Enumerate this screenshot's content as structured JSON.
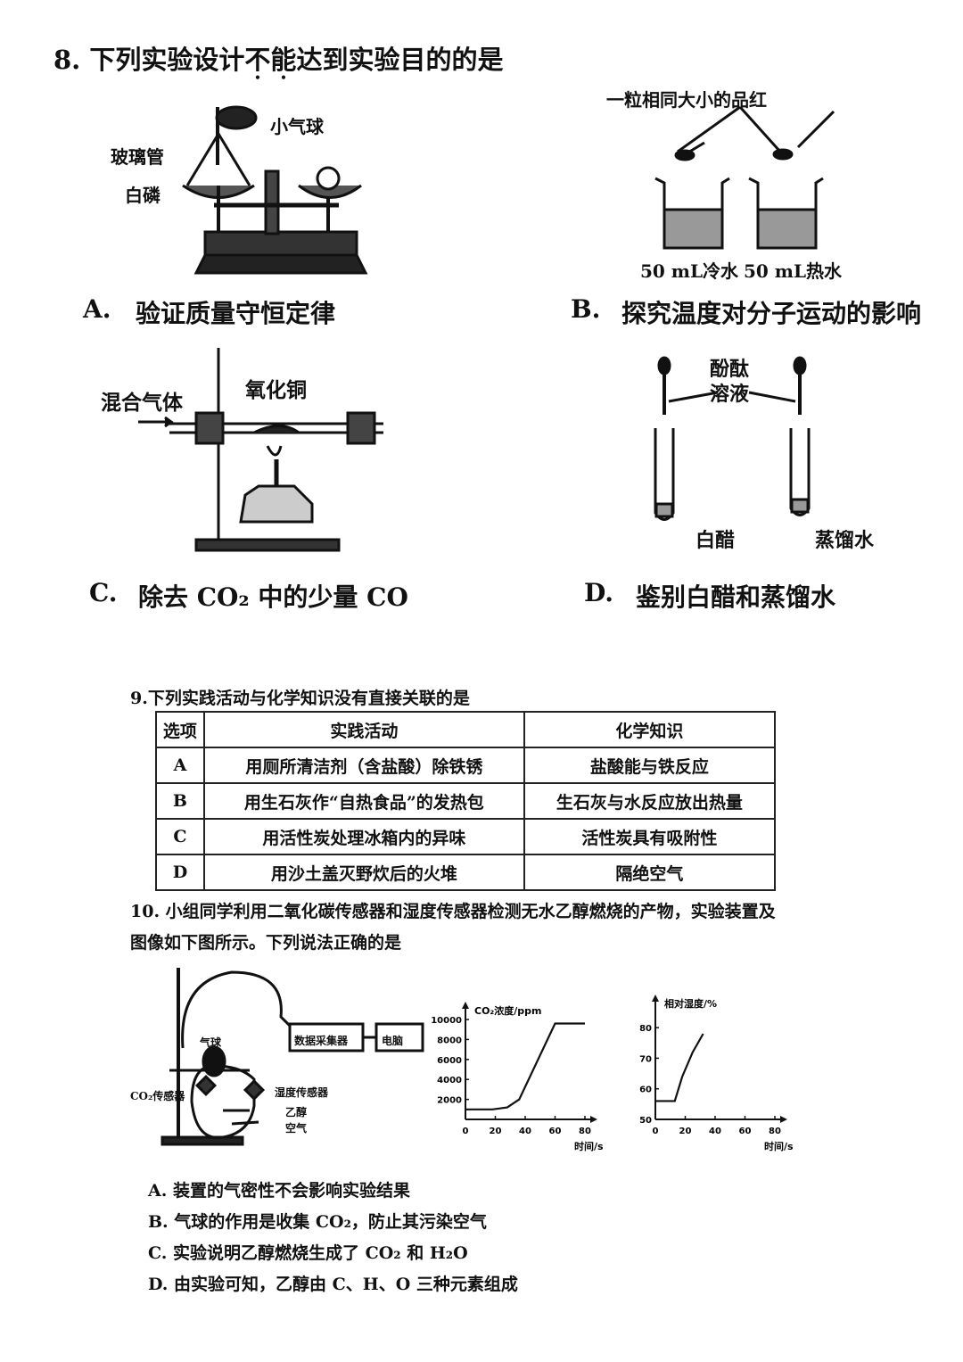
{
  "q8": {
    "stem_num": "8.",
    "stem_pre": "下列实验设计",
    "stem_not": [
      "不",
      "能"
    ],
    "stem_post": "达到实验目的的是",
    "a": {
      "letter": "A.",
      "text": "验证质量守恒定律",
      "labels": {
        "balloon": "小气球",
        "tube": "玻璃管",
        "phosphorus": "白磷"
      }
    },
    "b": {
      "letter": "B.",
      "text": "探究温度对分子运动的影响",
      "labels": {
        "top": "一粒相同大小的品红",
        "cold": "50 mL冷水",
        "hot": "50 mL热水"
      }
    },
    "c": {
      "letter": "C.",
      "text": "除去 CO₂ 中的少量 CO",
      "labels": {
        "gas": "混合气体",
        "cuo": "氧化铜"
      }
    },
    "d": {
      "letter": "D.",
      "text": "鉴别白醋和蒸馏水",
      "labels": {
        "phenol1": "酚酞",
        "phenol2": "溶液",
        "vinegar": "白醋",
        "water": "蒸馏水"
      }
    }
  },
  "q9": {
    "stem": "9.下列实践活动与化学知识没有直接关联的是",
    "headers": [
      "选项",
      "实践活动",
      "化学知识"
    ],
    "rows": [
      [
        "A",
        "用厕所清洁剂（含盐酸）除铁锈",
        "盐酸能与铁反应"
      ],
      [
        "B",
        "用生石灰作“自热食品”的发热包",
        "生石灰与水反应放出热量"
      ],
      [
        "C",
        "用活性炭处理冰箱内的异味",
        "活性炭具有吸附性"
      ],
      [
        "D",
        "用沙土盖灭野炊后的火堆",
        "隔绝空气"
      ]
    ]
  },
  "q10": {
    "stem_line1": "10. 小组同学利用二氧化碳传感器和湿度传感器检测无水乙醇燃烧的产物，实验装置及",
    "stem_line2": "图像如下图所示。下列说法正确的是",
    "apparatus": {
      "balloon": "气球",
      "collector": "数据采集器",
      "computer": "电脑",
      "co2_sensor": "CO₂传感器",
      "hum_sensor": "湿度传感器",
      "ethanol": "乙醇",
      "air": "空气"
    },
    "options": [
      "A. 装置的气密性不会影响实验结果",
      "B. 气球的作用是收集 CO₂，防止其污染空气",
      "C. 实验说明乙醇燃烧生成了 CO₂ 和 H₂O",
      "D. 由实验可知，乙醇由 C、H、O 三种元素组成"
    ]
  },
  "chart_data": [
    {
      "type": "line",
      "ylabel": "CO₂浓度/ppm",
      "xlabel": "时间/s",
      "x_ticks": [
        0,
        20,
        40,
        60,
        80
      ],
      "y_ticks": [
        2000,
        4000,
        6000,
        8000,
        10000
      ],
      "ylim": [
        0,
        10000
      ],
      "xlim": [
        0,
        80
      ],
      "series": [
        {
          "x": [
            0,
            18,
            28,
            36,
            60,
            80
          ],
          "y": [
            1000,
            1000,
            1200,
            2000,
            9600,
            9600
          ]
        }
      ]
    },
    {
      "type": "line",
      "ylabel": "相对湿度/%",
      "xlabel": "时间/s",
      "x_ticks": [
        0,
        20,
        40,
        60,
        80
      ],
      "y_ticks": [
        50,
        60,
        70,
        80
      ],
      "ylim": [
        50,
        85
      ],
      "xlim": [
        0,
        80
      ],
      "series": [
        {
          "x": [
            0,
            13,
            18,
            25,
            32
          ],
          "y": [
            56,
            56,
            64,
            72,
            78
          ]
        }
      ]
    }
  ]
}
